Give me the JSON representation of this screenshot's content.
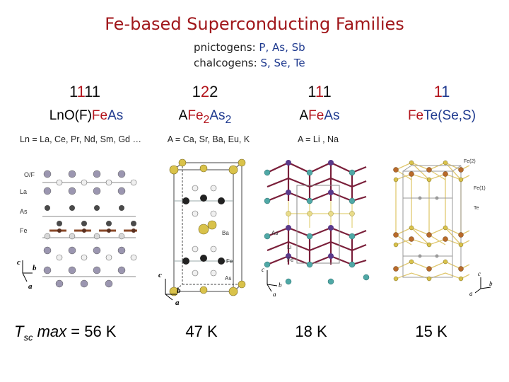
{
  "title": "Fe-based Superconducting Families",
  "subtitle": {
    "pnictogens_label": "pnictogens:",
    "pnictogens_values": "P, As, Sb",
    "chalcogens_label": "chalcogens:",
    "chalcogens_values": "S, Se, Te"
  },
  "families": [
    {
      "code_parts": [
        "1",
        "1",
        "1",
        "1"
      ],
      "formula_parts": [
        "Ln",
        "O(F)",
        "Fe",
        "As"
      ],
      "substitution": "Ln = La, Ce, Pr, Nd, Sm, Gd …",
      "tc": "max = 56 K",
      "tc_symbol": "T",
      "tc_sub": "sc",
      "structure_labels": [
        "O/F",
        "La",
        "As",
        "Fe",
        "c",
        "b",
        "a"
      ]
    },
    {
      "code_parts": [
        "1",
        "2",
        "2"
      ],
      "formula_parts": [
        "A",
        "Fe",
        "2",
        "As",
        "2"
      ],
      "substitution": "A = Ca, Sr, Ba, Eu, K",
      "tc": "47 K",
      "structure_labels": [
        "Ba",
        "Fe",
        "As",
        "c",
        "b",
        "a"
      ]
    },
    {
      "code_parts": [
        "1",
        "1",
        "1"
      ],
      "formula_parts": [
        "A",
        "Fe",
        "As"
      ],
      "substitution": "A = Li , Na",
      "tc": "18 K",
      "structure_labels": [
        "As",
        "Li",
        "Fe",
        "c",
        "b",
        "a"
      ]
    },
    {
      "code_parts": [
        "1",
        "1"
      ],
      "formula_parts": [
        "Fe",
        "Te(Se,S)"
      ],
      "tc": "15 K",
      "structure_labels": [
        "Fe(2)",
        "Fe(1)",
        "Te",
        "c",
        "b",
        "a"
      ]
    }
  ],
  "colors": {
    "title": "#a0171b",
    "red": "#b3141c",
    "blue": "#1f3a8f",
    "yellow_atom": "#d9c24a",
    "gray_atom": "#8a8aa0",
    "purple_atom": "#7a5a9a",
    "teal_atom": "#4fa8a6",
    "maroon_bond": "#7a1f3a",
    "brown_atom": "#b86a2a"
  }
}
